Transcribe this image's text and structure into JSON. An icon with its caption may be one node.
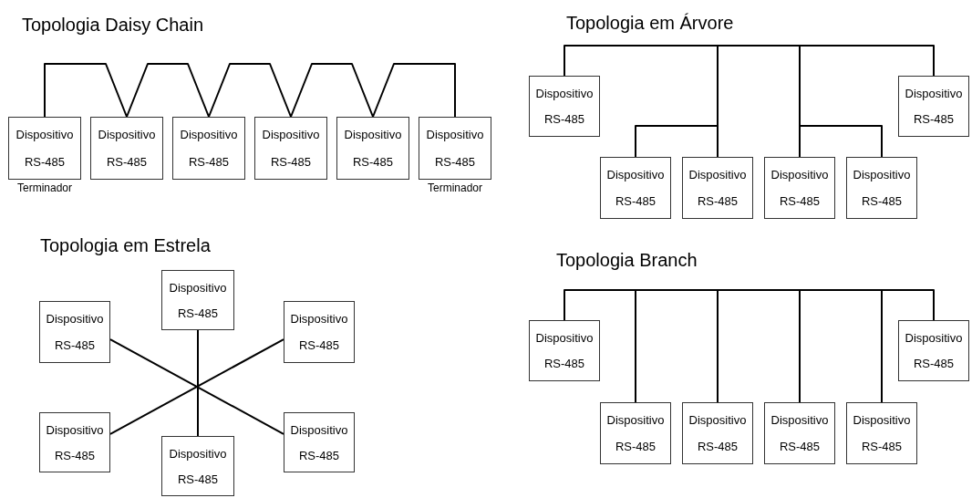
{
  "diagram": {
    "nodes": [
      {
        "text": [
          "Dispositivo",
          "RS-485"
        ],
        "beside": [
          "Terminador"
        ]
      },
      {
        "text": [
          "Dispositivo",
          "RS-485"
        ]
      },
      {
        "text": [
          "Dispositivo",
          "RS-485"
        ]
      },
      {
        "text": [
          "Dispositivo",
          "RS-485"
        ]
      },
      {
        "text": [
          "Dispositivo",
          "RS-485"
        ]
      },
      {
        "text": [
          "Dispositivo",
          "RS-485"
        ],
        "beside": [
          "Terminador"
        ]
      },
      {
        "text": [
          "Dispositivo",
          "RS-485"
        ]
      },
      {
        "text": [
          "Dispositivo",
          "RS-485"
        ]
      },
      {
        "text": [
          "Dispositivo",
          "RS-485"
        ]
      },
      {
        "text": [
          "Dispositivo",
          "RS-485"
        ]
      },
      {
        "text": [
          "Dispositivo",
          "RS-485"
        ]
      },
      {
        "text": [
          "Dispositivo",
          "RS-485"
        ]
      },
      {
        "text": [
          "Dispositivo",
          "RS-485"
        ]
      },
      {
        "text": [
          "Dispositivo",
          "RS-485"
        ]
      },
      {
        "text": [
          "Dispositivo",
          "RS-485"
        ]
      },
      {
        "text": [
          "Dispositivo",
          "RS-485"
        ]
      },
      {
        "text": [
          "Dispositivo",
          "RS-485"
        ]
      },
      {
        "text": [
          "Dispositivo",
          "RS-485"
        ]
      },
      {
        "text": [
          "Dispositivo",
          "RS-485"
        ]
      },
      {
        "text": [
          "Dispositivo",
          "RS-485"
        ]
      },
      {
        "text": [
          "Dispositivo",
          "RS-485"
        ]
      },
      {
        "text": [
          "Dispositivo",
          "RS-485"
        ]
      },
      {
        "text": [
          "Dispositivo",
          "RS-485"
        ]
      },
      {
        "text": [
          "Dispositivo",
          "RS-485"
        ]
      }
    ],
    "edges": [
      {
        "from": 0,
        "to": 1,
        "arrow": "none"
      },
      {
        "from": 1,
        "to": 2,
        "arrow": "none"
      },
      {
        "from": 2,
        "to": 3,
        "arrow": "none"
      },
      {
        "from": 3,
        "to": 4,
        "arrow": "none"
      },
      {
        "from": 4,
        "to": 5,
        "arrow": "none"
      },
      {
        "from": 6,
        "to": 9,
        "arrow": "none"
      },
      {
        "from": 8,
        "to": 9,
        "arrow": "none"
      },
      {
        "from": 9,
        "to": 10,
        "arrow": "none"
      },
      {
        "from": 11,
        "to": 10,
        "arrow": "none"
      },
      {
        "from": 10,
        "to": 7,
        "arrow": "none"
      },
      {
        "from": 12,
        "to": 17,
        "arrow": "none"
      },
      {
        "from": 13,
        "to": 16,
        "arrow": "none"
      },
      {
        "from": 14,
        "to": 15,
        "arrow": "none"
      },
      {
        "from": 18,
        "to": 20,
        "arrow": "none"
      },
      {
        "from": 20,
        "to": 21,
        "arrow": "none"
      },
      {
        "from": 21,
        "to": 22,
        "arrow": "none"
      },
      {
        "from": 22,
        "to": 23,
        "arrow": "none"
      },
      {
        "from": 23,
        "to": 19,
        "arrow": "none"
      }
    ],
    "labels": [
      "Topologia Daisy Chain",
      "Topologia em Árvore",
      "Topologia em Estrela",
      "Topologia Branch"
    ]
  }
}
